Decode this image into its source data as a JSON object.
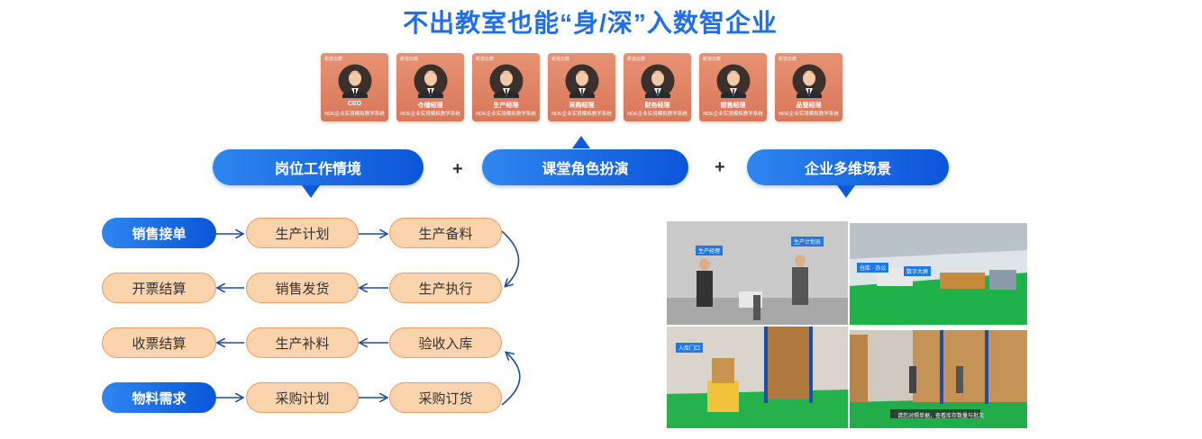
{
  "title": "不出教室也能“身/深”入数智企业",
  "colors": {
    "accent": "#1f6fe8",
    "card": "#e0825f",
    "node_fill": "#fbd3ad",
    "node_border": "#ef9a5f"
  },
  "roles": [
    {
      "role": "CEO",
      "sys": "NDE企业实境模拟教学系统",
      "brand": "新道云教",
      "tie": "#333333"
    },
    {
      "role": "仓储经理",
      "sys": "NDE企业实境模拟教学系统",
      "brand": "新道云教",
      "tie": "#2b2b2b"
    },
    {
      "role": "生产经理",
      "sys": "NDE企业实境模拟教学系统",
      "brand": "新道云教",
      "tie": "#4a3a2a"
    },
    {
      "role": "采购经理",
      "sys": "NDE企业实境模拟教学系统",
      "brand": "新道云教",
      "tie": "#3a5a3a"
    },
    {
      "role": "财务经理",
      "sys": "NDE企业实境模拟教学系统",
      "brand": "新道云教",
      "tie": "#2f6f70"
    },
    {
      "role": "销售经理",
      "sys": "NDE企业实境模拟教学系统",
      "brand": "新道云教",
      "tie": "#6a3a6a"
    },
    {
      "role": "品管经理",
      "sys": "NDE企业实境模拟教学系统",
      "brand": "新道云教",
      "tie": "#2a3a8a"
    }
  ],
  "pills": {
    "left": "岗位工作情境",
    "center": "课堂角色扮演",
    "right": "企业多维场景",
    "plus": "+"
  },
  "flow": {
    "row1": [
      "销售接单",
      "生产计划",
      "生产备料"
    ],
    "row2": [
      "开票结算",
      "销售发货",
      "生产执行"
    ],
    "row3": [
      "收票结算",
      "生产补料",
      "验收入库"
    ],
    "row4": [
      "物料需求",
      "采购计划",
      "采购订货"
    ]
  },
  "photos": {
    "p1": {
      "tags": [
        "生产经理",
        "生产计划员"
      ]
    },
    "p2": {
      "tags": [
        "仓库 · 办公",
        "数字大屏"
      ]
    },
    "p3": {
      "tags": [
        "入库门口"
      ]
    },
    "p4": {
      "tags": [
        "请您对照单据，查看库存数量与批次"
      ]
    }
  }
}
